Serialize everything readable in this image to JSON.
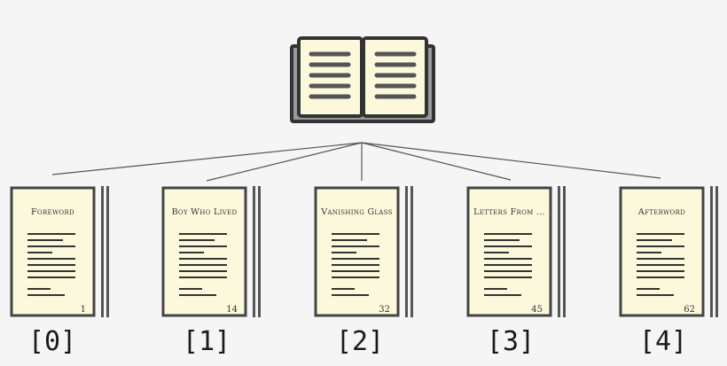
{
  "book": {
    "icon": "open-book-icon"
  },
  "colors": {
    "background": "#f5f5f5",
    "paper": "#fbf8dc",
    "outline": "#333333",
    "text_lines": "#555555",
    "connector": "#555555"
  },
  "chapters": [
    {
      "index_label": "[0]",
      "title": "Foreword",
      "page": "1"
    },
    {
      "index_label": "[1]",
      "title": "Boy Who Lived",
      "page": "14"
    },
    {
      "index_label": "[2]",
      "title": "Vanishing Glass",
      "page": "32"
    },
    {
      "index_label": "[3]",
      "title": "Letters From ...",
      "page": "45"
    },
    {
      "index_label": "[4]",
      "title": "Afterword",
      "page": "62"
    }
  ]
}
